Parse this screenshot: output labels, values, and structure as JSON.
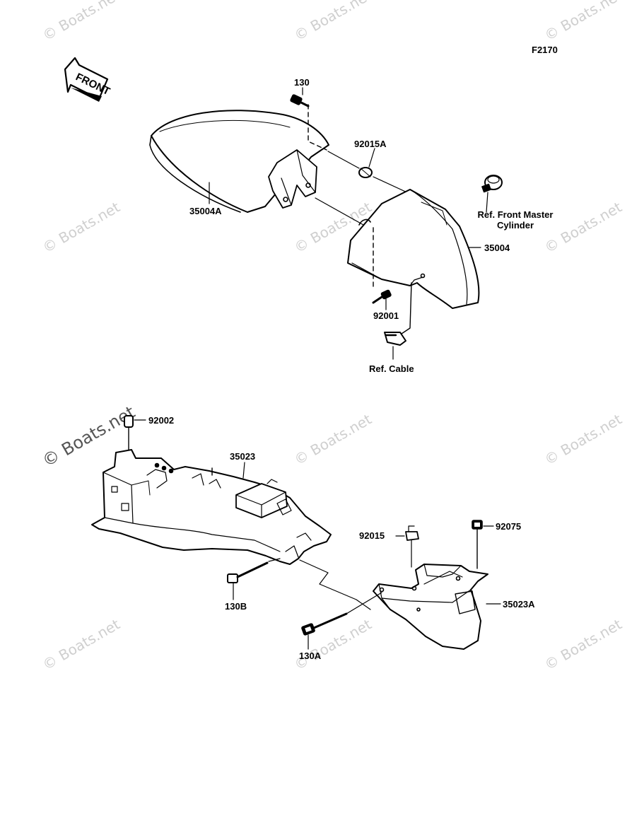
{
  "figure_code": "F2170",
  "front_label": "FRONT",
  "watermark_text": "© Boats.net",
  "colors": {
    "line": "#000000",
    "watermark": "#cfcfcf"
  },
  "parts": {
    "p130": "130",
    "p92015A": "92015A",
    "p35004A": "35004A",
    "p35004": "35004",
    "p92001": "92001",
    "p92002": "92002",
    "p35023": "35023",
    "p92015": "92015",
    "p92075": "92075",
    "p35023A": "35023A",
    "p130B": "130B",
    "p130A": "130A"
  },
  "refs": {
    "front_master_line1": "Ref. Front Master",
    "front_master_line2": "Cylinder",
    "cable": "Ref. Cable"
  }
}
